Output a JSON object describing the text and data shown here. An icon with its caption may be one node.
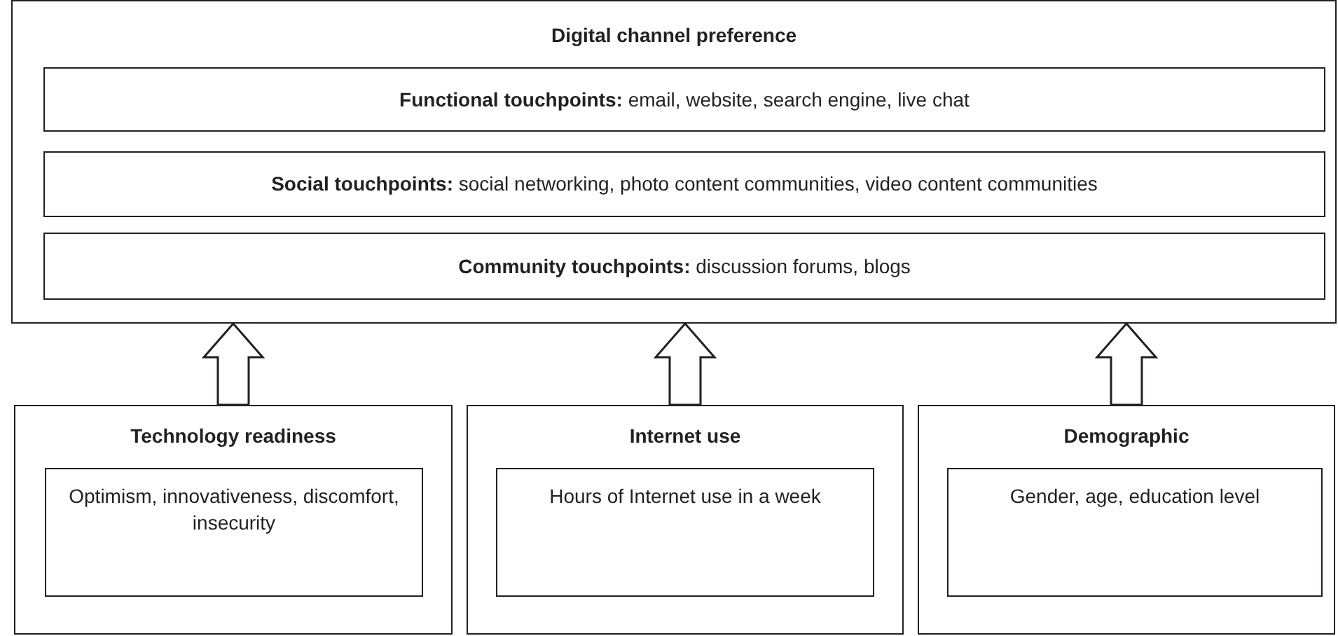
{
  "diagram": {
    "nodes": [
      {
        "text": [
          "Digital channel preference"
        ]
      },
      {
        "text": [
          "**Functional touchpoints:** email, website, search engine, live chat"
        ],
        "in": 0
      },
      {
        "text": [
          "**Social touchpoints:** social networking, photo content communities, video content communities"
        ],
        "in": 0
      },
      {
        "text": [
          "**Community touchpoints:** discussion forums, blogs"
        ],
        "in": 0
      },
      {
        "text": [
          "Technology readiness"
        ]
      },
      {
        "text": [
          "Optimism, innovativeness, discomfort, insecurity"
        ],
        "in": 4
      },
      {
        "text": [
          "Internet use"
        ]
      },
      {
        "text": [
          "Hours of Internet use in a week"
        ],
        "in": 6
      },
      {
        "text": [
          "Demographic"
        ]
      },
      {
        "text": [
          "Gender, age, education level"
        ],
        "in": 8
      }
    ],
    "edges": [
      {
        "from": 4,
        "to": 0,
        "arrow": "to"
      },
      {
        "from": 6,
        "to": 0,
        "arrow": "to"
      },
      {
        "from": 8,
        "to": 0,
        "arrow": "to"
      }
    ]
  }
}
